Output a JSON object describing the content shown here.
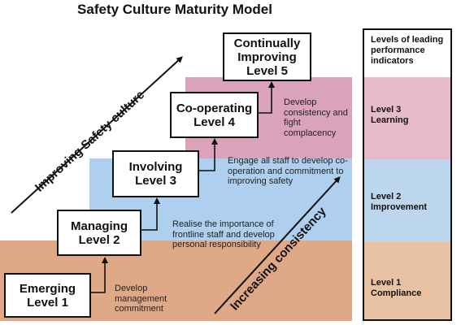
{
  "title": "Safety Culture Maturity Model",
  "levels": [
    {
      "name": "Emerging",
      "level": "Level 1",
      "description": "Develop management commitment"
    },
    {
      "name": "Managing",
      "level": "Level 2",
      "description": "Realise the importance of frontline staff and develop personal responsibility"
    },
    {
      "name": "Involving",
      "level": "Level 3",
      "description": "Engage all staff to develop co-operation and commitment to improving safety"
    },
    {
      "name": "Co-operating",
      "level": "Level 4",
      "description": "Develop consistency and fight complacency"
    },
    {
      "name": "Continually Improving",
      "level": "Level 5",
      "description": ""
    }
  ],
  "axis_labels": {
    "improving": "Improving Safety culture",
    "consistency": "Increasing consistency"
  },
  "indicator_panel": {
    "header": "Levels of leading performance indicators",
    "segments": [
      {
        "level": "Level 3",
        "label": "Learning",
        "color": "#e6b9cb"
      },
      {
        "level": "Level 2",
        "label": "Improvement",
        "color": "#bcd6ee"
      },
      {
        "level": "Level 1",
        "label": "Compliance",
        "color": "#e8c2a2"
      }
    ]
  },
  "colors": {
    "band_pink": "#dba2bc",
    "band_blue": "#aed0ee",
    "band_tan": "#dfa987"
  }
}
